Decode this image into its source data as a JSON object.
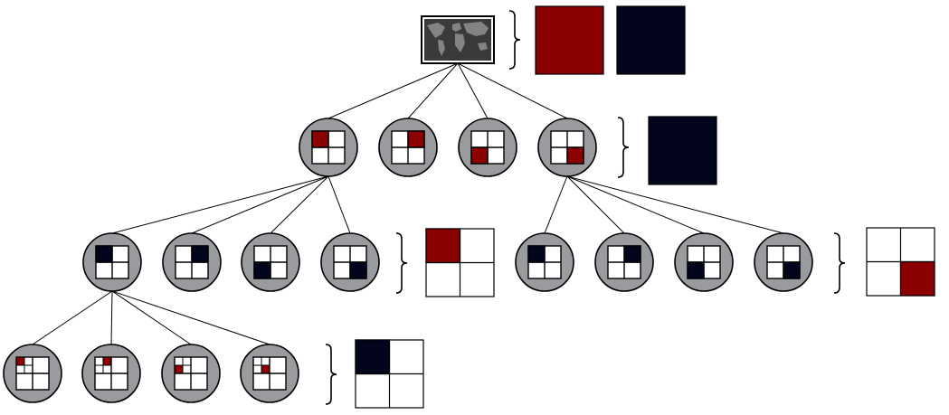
{
  "colors": {
    "red": "#8b0000",
    "navy": "#02051c",
    "node_fill": "#9a9b9e",
    "stroke": "#000000",
    "map_ocean": "#3a3a3a",
    "map_land": "#8c8c8c"
  },
  "root": {
    "icon": "world-map-icon"
  },
  "levels": [
    {
      "level": 1,
      "nodes": 4,
      "highlight": [
        "top-left",
        "top-right",
        "bottom-left",
        "bottom-right"
      ],
      "highlight_color": "red"
    },
    {
      "level": 2,
      "nodes": 8,
      "highlight": [
        "top-left",
        "top-right",
        "bottom-left",
        "bottom-right"
      ],
      "highlight_color": "navy"
    },
    {
      "level": 3,
      "nodes": 4,
      "highlight_color": "red"
    }
  ],
  "legends": [
    {
      "id": "root-legend",
      "swatches": [
        "red",
        "navy"
      ]
    },
    {
      "id": "level1-legend",
      "swatches": [
        "navy"
      ]
    },
    {
      "id": "level2-left-legend",
      "grid": "2x2",
      "filled_cell": "top-left",
      "fill": "red"
    },
    {
      "id": "level2-right-legend",
      "grid": "2x2",
      "filled_cell": "bottom-right",
      "fill": "red"
    },
    {
      "id": "level3-legend",
      "grid": "2x2",
      "filled_cell": "top-left",
      "fill": "navy"
    }
  ]
}
